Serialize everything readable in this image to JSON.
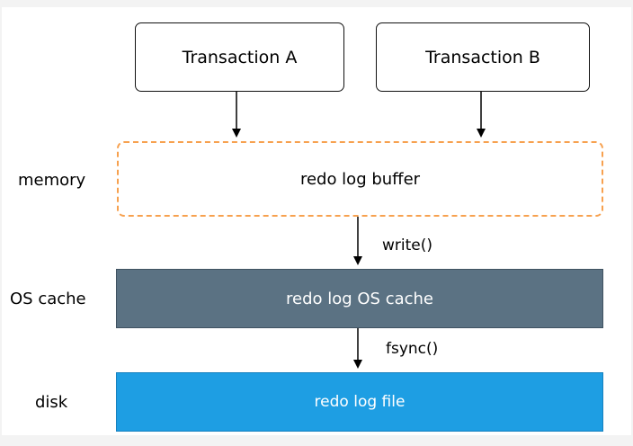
{
  "diagram": {
    "nodes": {
      "transaction_a": "Transaction A",
      "transaction_b": "Transaction B",
      "redo_log_buffer": "redo log buffer",
      "redo_log_os_cache": "redo log OS cache",
      "redo_log_file": "redo log file"
    },
    "layers": {
      "memory": "memory",
      "os_cache": "OS cache",
      "disk": "disk"
    },
    "edges": {
      "write": "write()",
      "fsync": "fsync()"
    },
    "colors": {
      "buffer_border": "#f7a14f",
      "os_cache_fill": "#5b7283",
      "disk_fill": "#1e9ee3"
    }
  }
}
